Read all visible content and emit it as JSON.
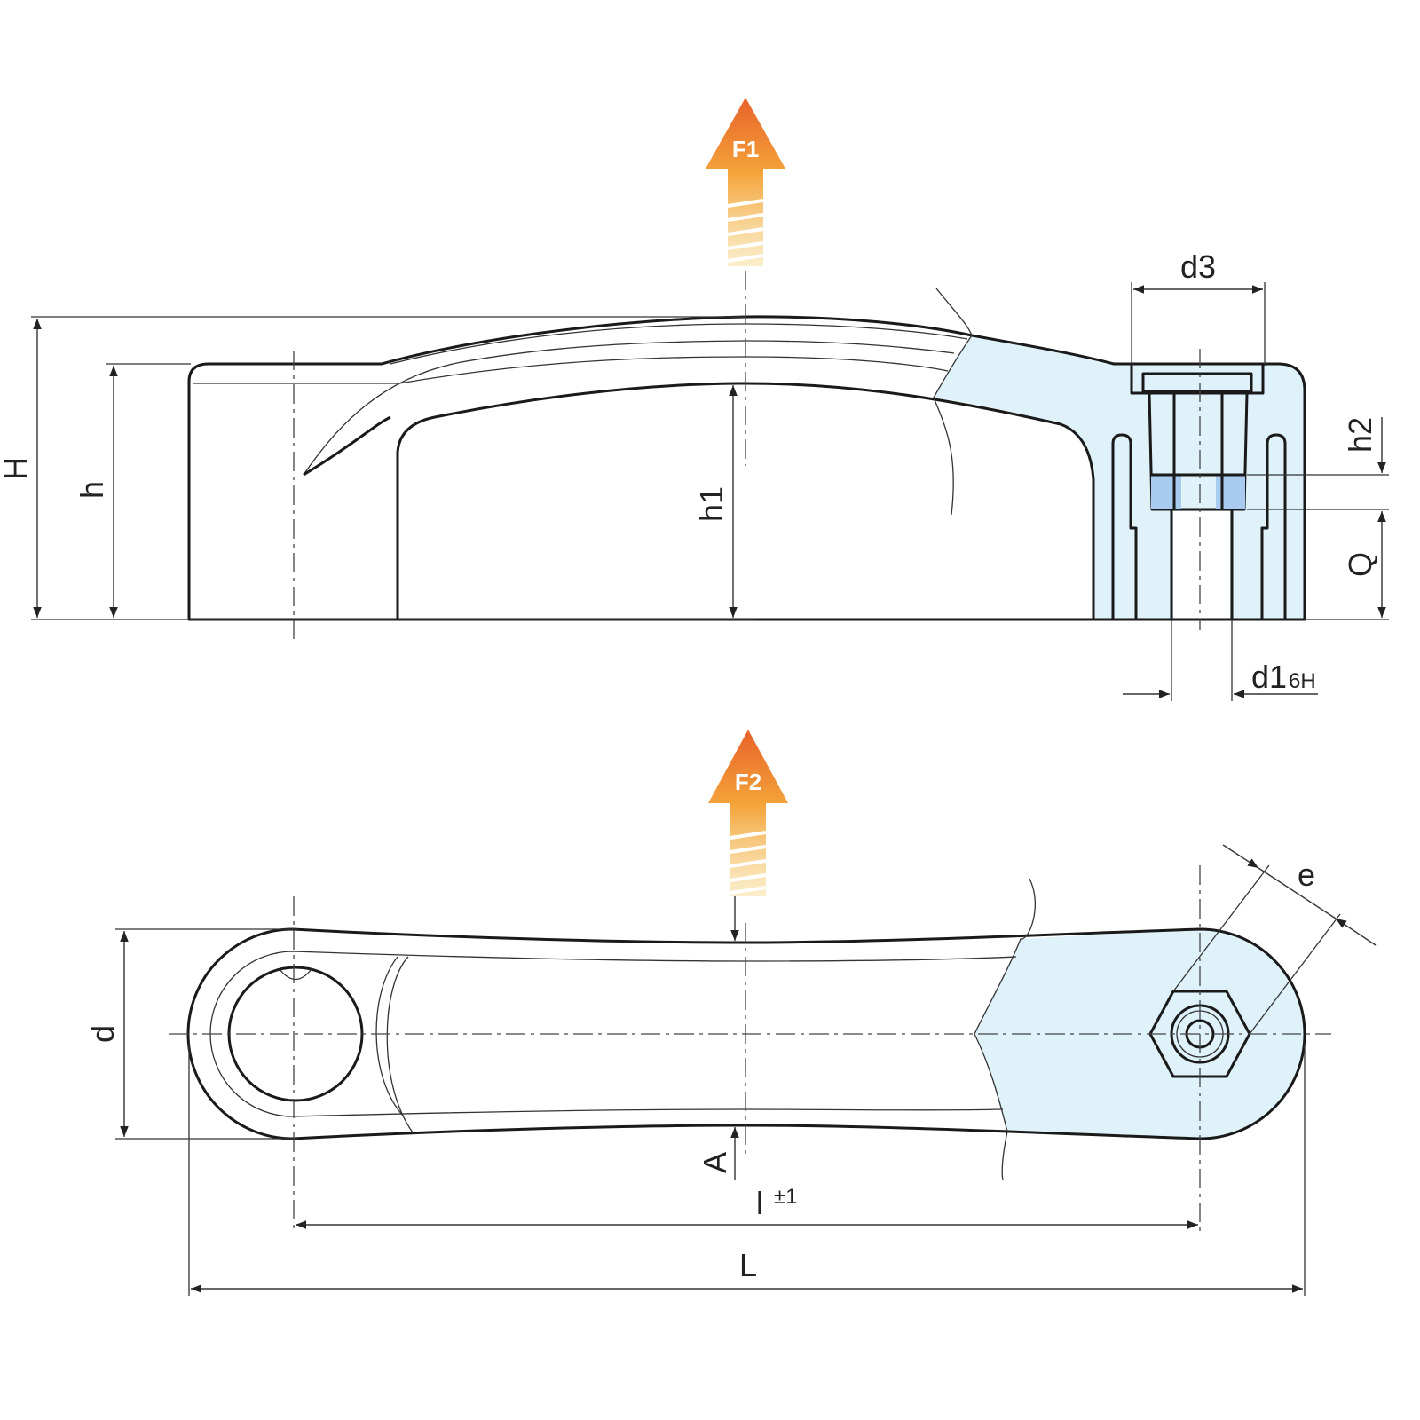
{
  "colors": {
    "section_fill": "#dff2fa",
    "thread_fill": "#a9cbef",
    "arrow_top": "#e8622a",
    "arrow_bottom": "#f5d27a",
    "line": "#1a1a1a"
  },
  "force_arrows": [
    {
      "label": "F1"
    },
    {
      "label": "F2"
    }
  ],
  "dimensions": {
    "H": "H",
    "h": "h",
    "h1": "h1",
    "h2": "h2",
    "Q": "Q",
    "d3": "d3",
    "d1": "d1",
    "d1_tol": "6H",
    "d": "d",
    "A": "A",
    "l": "l",
    "l_tol": "±1",
    "L": "L",
    "e": "e"
  }
}
